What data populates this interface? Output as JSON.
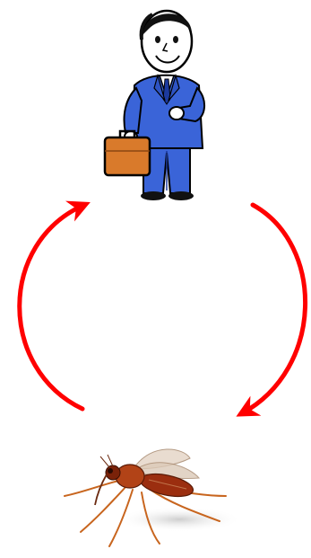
{
  "diagram": {
    "type": "transmission-cycle",
    "nodes": [
      {
        "id": "human",
        "icon": "businessman-icon"
      },
      {
        "id": "mosquito",
        "icon": "mosquito-icon"
      }
    ],
    "arrows": [
      {
        "from": "human",
        "to": "mosquito",
        "side": "right"
      },
      {
        "from": "mosquito",
        "to": "human",
        "side": "left"
      }
    ]
  },
  "colors": {
    "arrow": "#ff0000",
    "suit": "#3a64d8",
    "suit_dark": "#1c3a9e",
    "briefcase": "#d97a2b",
    "mosquito_body": "#9b2e0f",
    "mosquito_legs": "#c8651e"
  }
}
